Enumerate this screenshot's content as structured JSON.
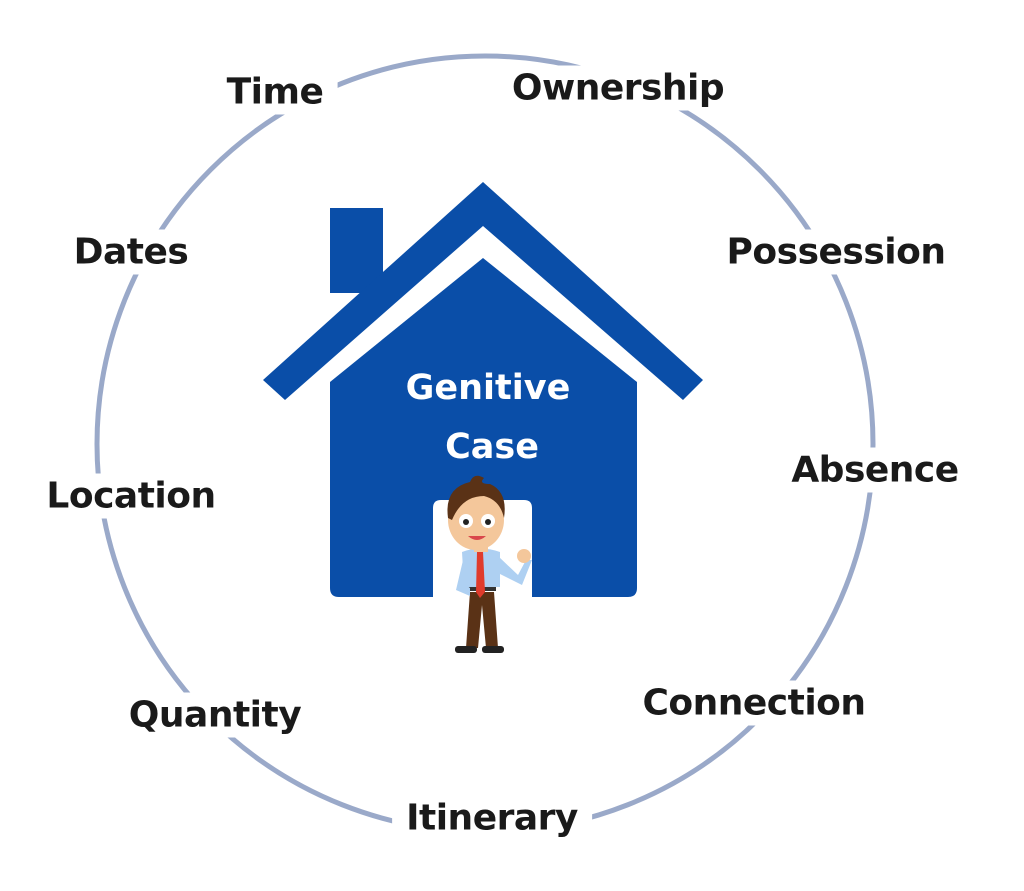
{
  "title": {
    "line1": "Genitive",
    "line2": "Case"
  },
  "uses": [
    "Time",
    "Ownership",
    "Possession",
    "Absence",
    "Connection",
    "Itinerary",
    "Quantity",
    "Location",
    "Dates"
  ],
  "colors": {
    "house": "#0a4ea8",
    "ring": "#9aa9c9",
    "text": "#1a1a1a"
  },
  "icons": {
    "house": "house-icon",
    "character": "waving-man-icon"
  }
}
